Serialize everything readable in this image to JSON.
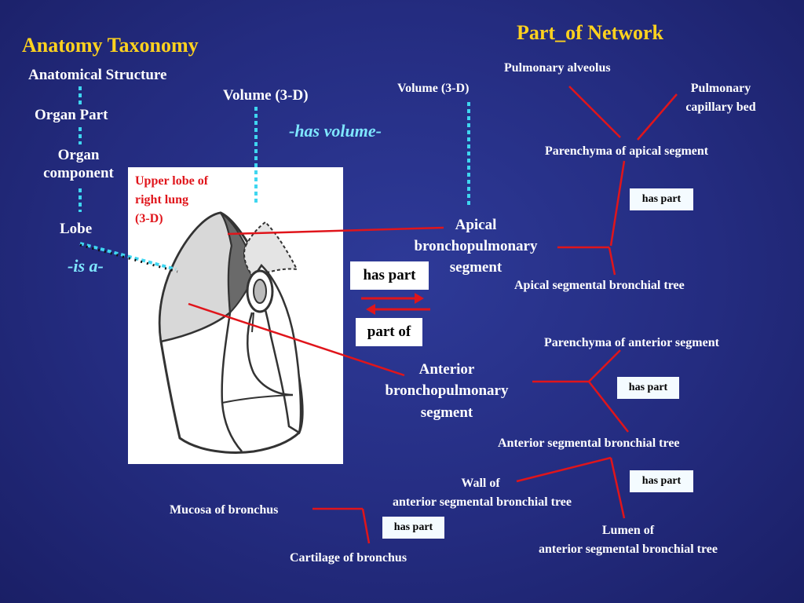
{
  "left": {
    "title": "Anatomy Taxonomy",
    "items": [
      "Anatomical Structure",
      "Organ Part",
      "Organ component",
      "Lobe"
    ],
    "is_a": "-is a-"
  },
  "middle": {
    "volume": "Volume (3-D)",
    "has_volume": "-has volume-",
    "lung_label": [
      "Upper lobe of",
      "right lung",
      "(3-D)"
    ],
    "has_part": "has part",
    "part_of": "part of"
  },
  "right": {
    "title": "Part_of Network",
    "volume": "Volume (3-D)",
    "pulmonary_alveolus": "Pulmonary alveolus",
    "pulmonary_capillary_bed": [
      "Pulmonary",
      "capillary bed"
    ],
    "parenchyma_apical": "Parenchyma of apical segment",
    "apical_segment": [
      "Apical",
      "bronchopulmonary",
      "segment"
    ],
    "apical_bronchial_tree": "Apical segmental bronchial tree",
    "parenchyma_anterior": "Parenchyma of anterior segment",
    "anterior_segment": [
      "Anterior",
      "bronchopulmonary",
      "segment"
    ],
    "anterior_bronchial_tree": "Anterior segmental bronchial tree",
    "wall": [
      "Wall of",
      "anterior segmental bronchial tree"
    ],
    "lumen": [
      "Lumen of",
      "anterior segmental bronchial tree"
    ],
    "mucosa": "Mucosa of bronchus",
    "cartilage": "Cartilage of bronchus",
    "has_part_small": [
      "has part",
      "has part",
      "has part",
      "has part"
    ]
  },
  "colors": {
    "title": "#ffd21e",
    "text": "#ffffff",
    "link": "#e0151b",
    "dotted": "#3fd6f0"
  }
}
